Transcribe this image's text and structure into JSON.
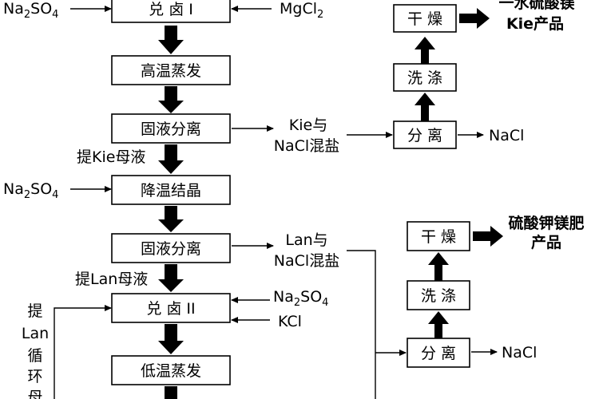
{
  "main_column": {
    "steps": [
      "兑 卤 I",
      "高温蒸发",
      "固液分离",
      "降温结晶",
      "固液分离",
      "兑 卤 II",
      "低温蒸发"
    ]
  },
  "inputs": {
    "step1_left": [
      "Na",
      "2",
      "SO",
      "4"
    ],
    "step1_right": [
      "MgCl",
      "2"
    ],
    "crystallize_left": [
      "Na",
      "2",
      "SO",
      "4"
    ],
    "step6_right_1": [
      "Na",
      "2",
      "SO",
      "4"
    ],
    "step6_right_2": "KCl"
  },
  "side_labels": {
    "mother_liquor_kie": "提Kie母液",
    "mother_liquor_lan": "提Lan母液",
    "recycle_lan": [
      "提",
      "Lan",
      "循",
      "环",
      "母"
    ]
  },
  "branch_kie": {
    "mix_label": [
      "Kie与",
      "NaCl混盐"
    ],
    "steps": [
      "分 离",
      "洗 涤",
      "干 燥"
    ],
    "byproduct": "NaCl",
    "product": [
      "一水硫酸镁",
      "Kie产品"
    ]
  },
  "branch_lan": {
    "mix_label": [
      "Lan与",
      "NaCl混盐"
    ],
    "steps": [
      "分 离",
      "洗 涤",
      "干 燥"
    ],
    "byproduct": "NaCl",
    "product": [
      "硫酸钾镁肥",
      "产品"
    ]
  }
}
